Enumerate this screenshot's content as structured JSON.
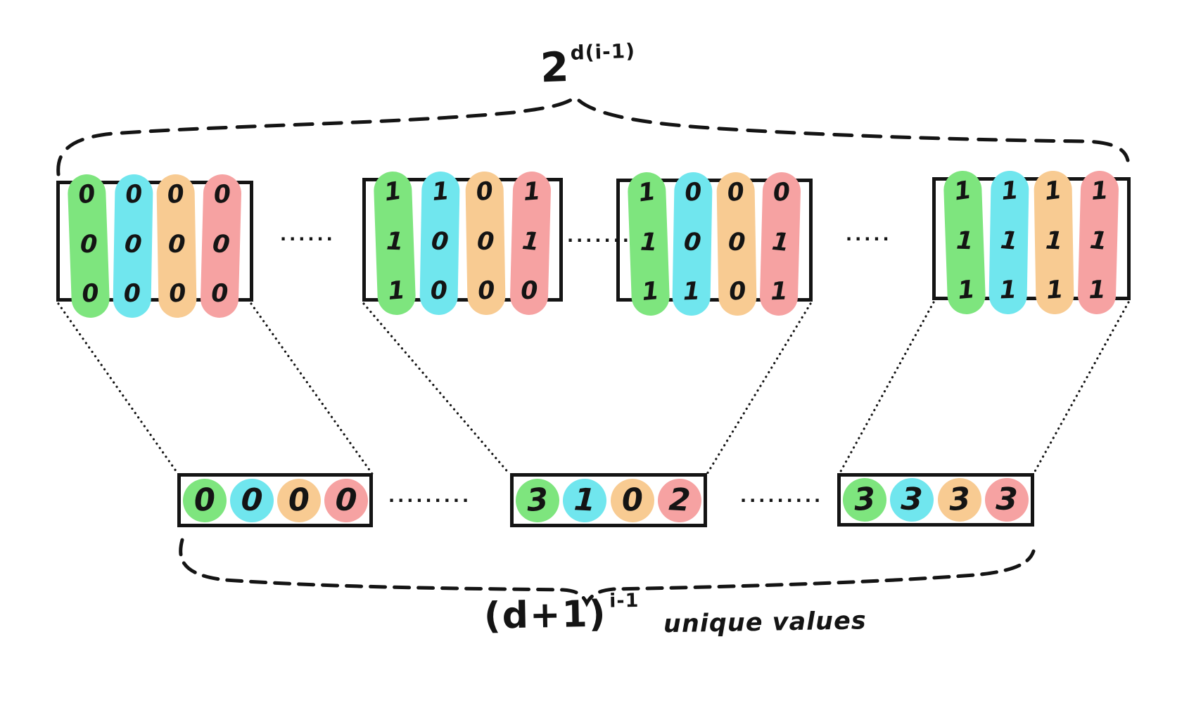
{
  "labels": {
    "top_base": "2",
    "top_exponent": "d(i-1)",
    "bottom_base": "(d+1)",
    "bottom_exponent": "i-1",
    "bottom_suffix": "unique values"
  },
  "colors": {
    "green": "#7ee57e",
    "cyan": "#70e6ee",
    "orange": "#f8cb92",
    "red": "#f6a2a2",
    "ink": "#141414"
  },
  "top_boxes": [
    {
      "columns": [
        {
          "color": "green",
          "digits": [
            "0",
            "0",
            "0"
          ]
        },
        {
          "color": "cyan",
          "digits": [
            "0",
            "0",
            "0"
          ]
        },
        {
          "color": "orange",
          "digits": [
            "0",
            "0",
            "0"
          ]
        },
        {
          "color": "red",
          "digits": [
            "0",
            "0",
            "0"
          ]
        }
      ]
    },
    {
      "columns": [
        {
          "color": "green",
          "digits": [
            "1",
            "1",
            "1"
          ]
        },
        {
          "color": "cyan",
          "digits": [
            "1",
            "0",
            "0"
          ]
        },
        {
          "color": "orange",
          "digits": [
            "0",
            "0",
            "0"
          ]
        },
        {
          "color": "red",
          "digits": [
            "1",
            "1",
            "0"
          ]
        }
      ]
    },
    {
      "columns": [
        {
          "color": "green",
          "digits": [
            "1",
            "1",
            "1"
          ]
        },
        {
          "color": "cyan",
          "digits": [
            "0",
            "0",
            "1"
          ]
        },
        {
          "color": "orange",
          "digits": [
            "0",
            "0",
            "0"
          ]
        },
        {
          "color": "red",
          "digits": [
            "0",
            "1",
            "1"
          ]
        }
      ]
    },
    {
      "columns": [
        {
          "color": "green",
          "digits": [
            "1",
            "1",
            "1"
          ]
        },
        {
          "color": "cyan",
          "digits": [
            "1",
            "1",
            "1"
          ]
        },
        {
          "color": "orange",
          "digits": [
            "1",
            "1",
            "1"
          ]
        },
        {
          "color": "red",
          "digits": [
            "1",
            "1",
            "1"
          ]
        }
      ]
    }
  ],
  "bottom_boxes": [
    {
      "cells": [
        {
          "color": "green",
          "digit": "0"
        },
        {
          "color": "cyan",
          "digit": "0"
        },
        {
          "color": "orange",
          "digit": "0"
        },
        {
          "color": "red",
          "digit": "0"
        }
      ]
    },
    {
      "cells": [
        {
          "color": "green",
          "digit": "3"
        },
        {
          "color": "cyan",
          "digit": "1"
        },
        {
          "color": "orange",
          "digit": "0"
        },
        {
          "color": "red",
          "digit": "2"
        }
      ]
    },
    {
      "cells": [
        {
          "color": "green",
          "digit": "3"
        },
        {
          "color": "cyan",
          "digit": "3"
        },
        {
          "color": "orange",
          "digit": "3"
        },
        {
          "color": "red",
          "digit": "3"
        }
      ]
    }
  ],
  "separators": {
    "top": [
      "······",
      "·······",
      "·····"
    ],
    "bottom": [
      "·········",
      "·········"
    ]
  }
}
